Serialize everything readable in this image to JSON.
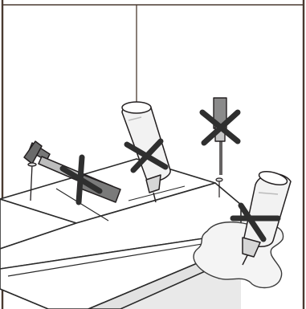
{
  "illustration": {
    "subject": "instruction-diagram",
    "prohibited_actions": [
      "hammer-and-nail",
      "glue-bottle-on-panel",
      "screwdriver-and-screw",
      "glue-bottle-spill"
    ],
    "marker": "cross-out",
    "colors": {
      "line": "#231f20",
      "frame": "#4a3a30",
      "tile_fill": "#ffffff",
      "tile_edge": "#2a2a2a",
      "shadow": "#d9d9d9",
      "glue_spill": "#f4f4f4",
      "cross": "#2f2f2f"
    }
  }
}
